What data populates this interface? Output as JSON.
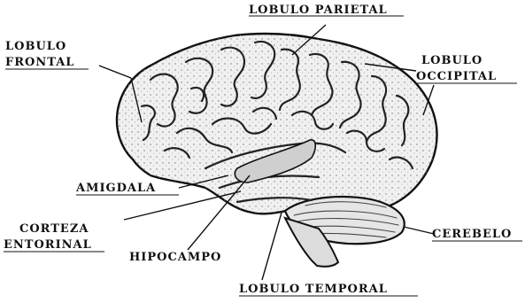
{
  "labels": {
    "parietal": "LOBULO PARIETAL",
    "frontal_line1": "LOBULO",
    "frontal_line2": "FRONTAL",
    "occipital_line1": "LOBULO",
    "occipital_line2": "OCCIPITAL",
    "amigdala": "AMIGDALA",
    "corteza_line1": "CORTEZA",
    "corteza_line2": "ENTORINAL",
    "hipocampo": "HIPOCAMPO",
    "cerebelo": "CEREBELO",
    "temporal": "LOBULO TEMPORAL"
  }
}
